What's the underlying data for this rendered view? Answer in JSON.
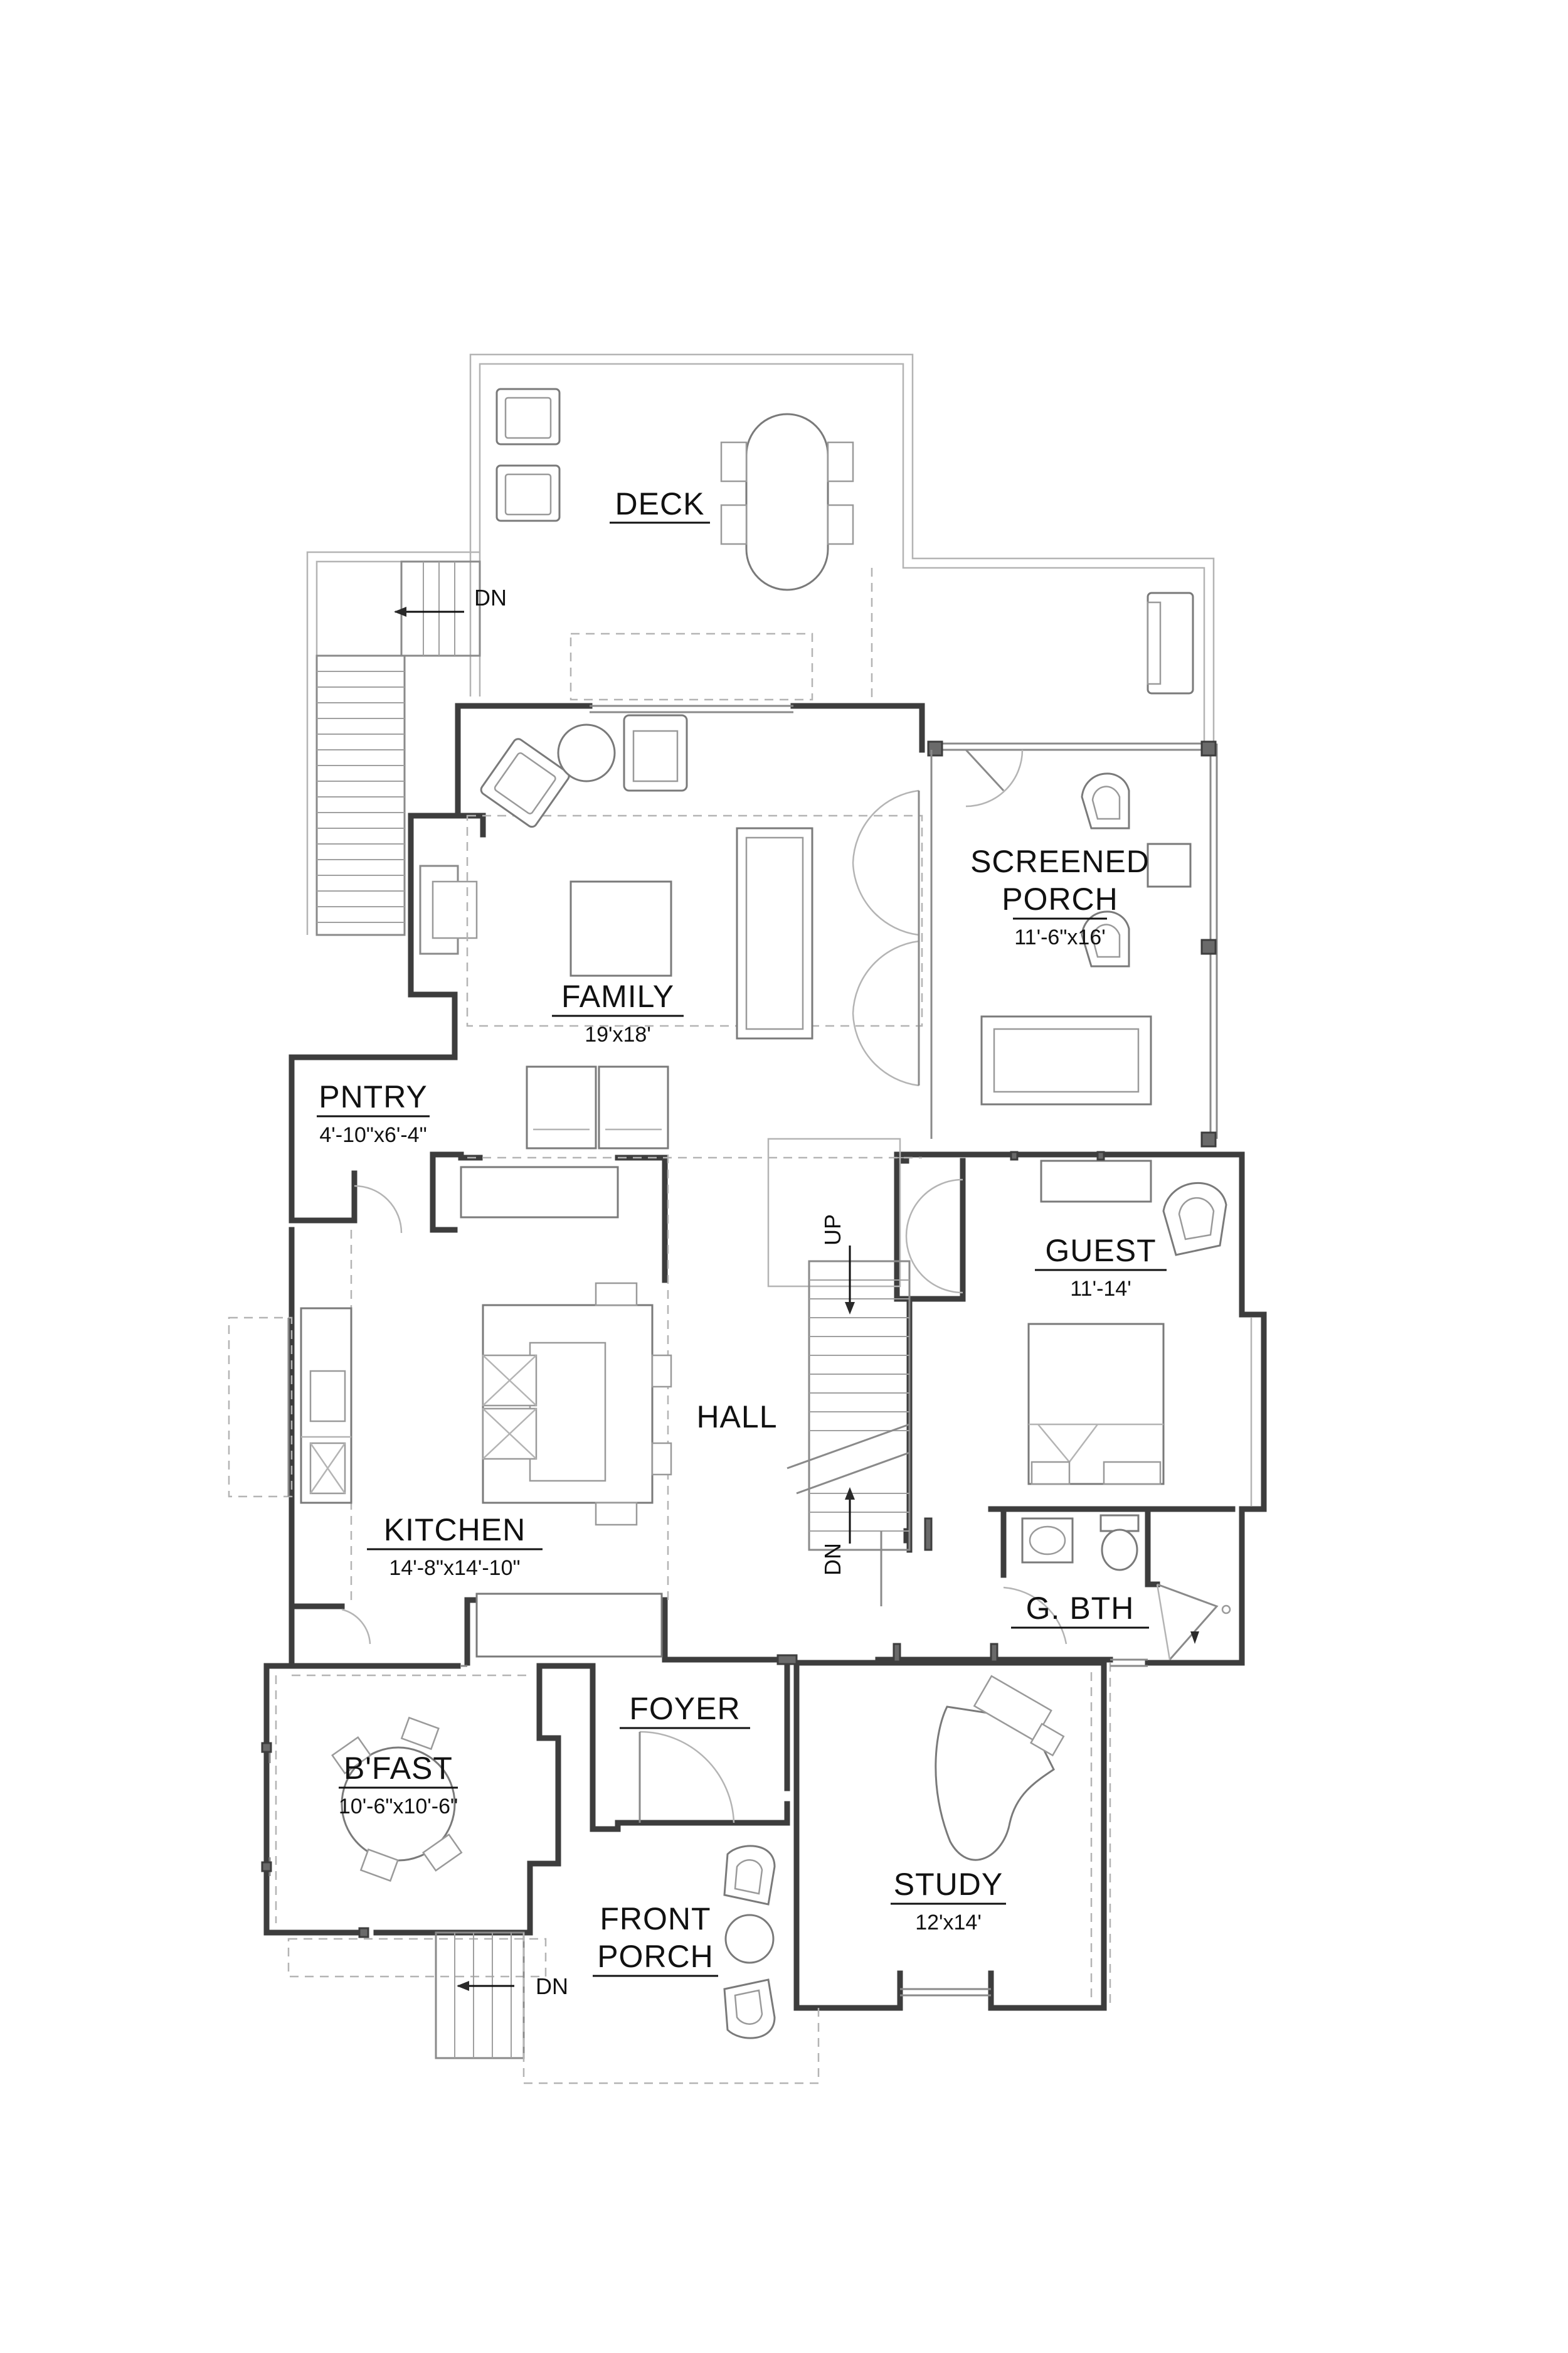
{
  "rooms": {
    "deck": {
      "name": "DECK"
    },
    "screened_porch": {
      "name_line1": "SCREENED",
      "name_line2": "PORCH",
      "dims": "11'-6\"x16'"
    },
    "family": {
      "name": "FAMILY",
      "dims": "19'x18'"
    },
    "pantry": {
      "name": "PNTRY",
      "dims": "4'-10\"x6'-4\""
    },
    "guest": {
      "name": "GUEST",
      "dims": "11'-14'"
    },
    "hall": {
      "name": "HALL"
    },
    "kitchen": {
      "name": "KITCHEN",
      "dims": "14'-8\"x14'-10\""
    },
    "guest_bath": {
      "name": "G. BTH"
    },
    "foyer": {
      "name": "FOYER"
    },
    "breakfast": {
      "name": "B'FAST",
      "dims": "10'-6\"x10'-6\""
    },
    "study": {
      "name": "STUDY",
      "dims": "12'x14'"
    },
    "front_porch": {
      "name_line1": "FRONT",
      "name_line2": "PORCH"
    }
  },
  "stairs": {
    "deck_down": "DN",
    "main_up": "UP",
    "main_down": "DN",
    "front_down": "DN"
  },
  "colors": {
    "wall": "#3d3d3d",
    "line": "#8a8a8a",
    "faint": "#b4b4b4",
    "text": "#111111"
  }
}
